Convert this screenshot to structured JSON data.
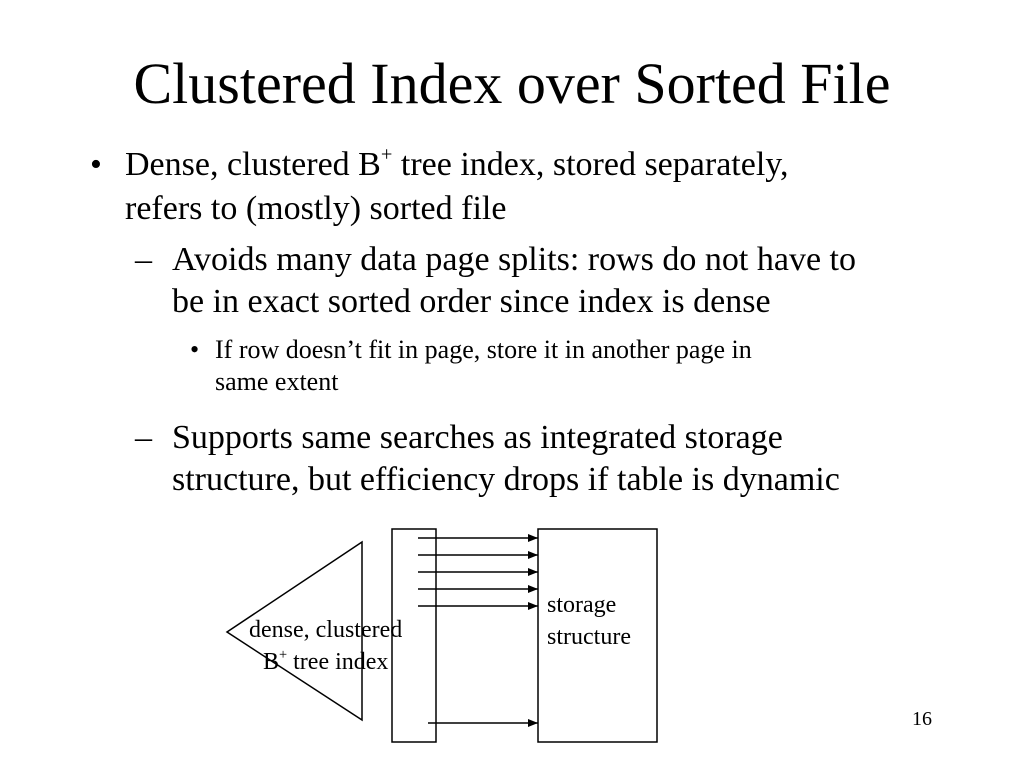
{
  "slide": {
    "title": "Clustered Index over Sorted File",
    "page_number": "16"
  },
  "bullets": {
    "b1": {
      "marker": "•",
      "line1_pre": "Dense, clustered B",
      "line1_sup": "+",
      "line1_post": " tree index, stored separately,",
      "line2": "refers to (mostly) sorted file"
    },
    "b2": {
      "marker": "–",
      "line1": "Avoids many data page splits: rows do not have to",
      "line2": "be in exact sorted order since index is dense"
    },
    "b3": {
      "marker": "•",
      "line1": "If row doesn’t fit in page, store it in another page in",
      "line2": "same extent"
    },
    "b4": {
      "marker": "–",
      "line1": "Supports same searches as integrated storage",
      "line2": "structure, but efficiency drops if table is dynamic"
    }
  },
  "diagram": {
    "index_label_line1": "dense, clustered",
    "index_label_line2_pre": "B",
    "index_label_line2_sup": "+",
    "index_label_line2_post": " tree index",
    "storage_label_line1": "storage",
    "storage_label_line2": "structure"
  }
}
